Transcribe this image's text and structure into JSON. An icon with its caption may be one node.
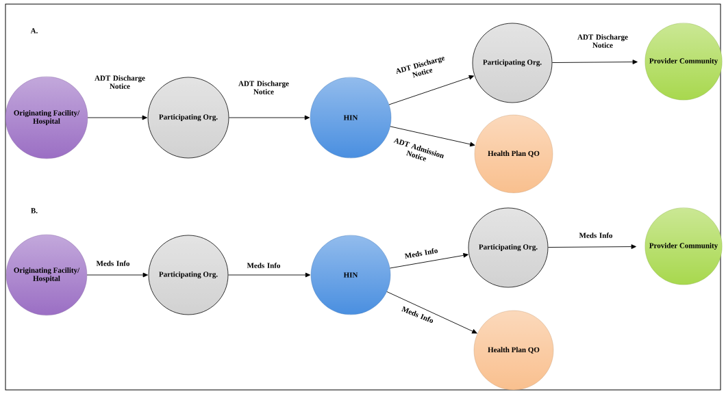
{
  "diagram": {
    "nodes": [
      {
        "text": [
          "Originating Facility/ Hospital"
        ]
      },
      {
        "text": [
          "Participating Org."
        ]
      },
      {
        "text": [
          "HIN"
        ]
      },
      {
        "text": [
          "Participating Org."
        ]
      },
      {
        "text": [
          "Provider Community"
        ]
      },
      {
        "text": [
          "Health Plan QO"
        ]
      },
      {
        "text": [
          "Originating Facility/ Hospital"
        ]
      },
      {
        "text": [
          "Participating Org."
        ]
      },
      {
        "text": [
          "HIN"
        ]
      },
      {
        "text": [
          "Participating Org."
        ]
      },
      {
        "text": [
          "Provider Community"
        ]
      },
      {
        "text": [
          "Health Plan QO"
        ]
      }
    ],
    "edges": [
      {
        "from": 0,
        "to": 1,
        "arrow": "to",
        "label": "ADT Discharge Notice"
      },
      {
        "from": 1,
        "to": 2,
        "arrow": "to",
        "label": "ADT Discharge Notice"
      },
      {
        "from": 2,
        "to": 3,
        "arrow": "to",
        "label": "ADT Discharge Notice"
      },
      {
        "from": 3,
        "to": 4,
        "arrow": "to",
        "label": "ADT Discharge Notice"
      },
      {
        "from": 2,
        "to": 5,
        "arrow": "to",
        "label": "ADT Admission Notice"
      },
      {
        "from": 6,
        "to": 7,
        "arrow": "to",
        "label": "Meds Info"
      },
      {
        "from": 7,
        "to": 8,
        "arrow": "to",
        "label": "Meds Info"
      },
      {
        "from": 8,
        "to": 9,
        "arrow": "to",
        "label": "Meds Info"
      },
      {
        "from": 9,
        "to": 10,
        "arrow": "to",
        "label": "Meds Info"
      },
      {
        "from": 8,
        "to": 11,
        "arrow": "to",
        "label": "Meds Info"
      }
    ],
    "labels": [
      "A.",
      "B."
    ]
  }
}
